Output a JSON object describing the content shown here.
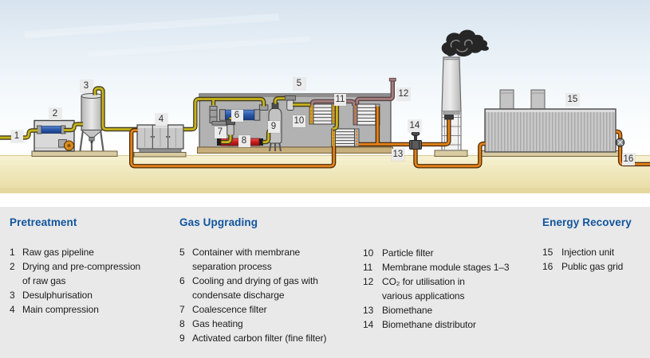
{
  "diagram": {
    "badges": [
      "1",
      "2",
      "3",
      "4",
      "5",
      "6",
      "7",
      "8",
      "9",
      "10",
      "11",
      "12",
      "13",
      "14",
      "15",
      "16"
    ]
  },
  "legend": {
    "pretreatment": {
      "title": "Pretreatment",
      "items": [
        {
          "n": "1",
          "lines": [
            "Raw gas pipeline"
          ]
        },
        {
          "n": "2",
          "lines": [
            "Drying and pre-compression",
            "of raw gas"
          ]
        },
        {
          "n": "3",
          "lines": [
            "Desulphurisation"
          ]
        },
        {
          "n": "4",
          "lines": [
            "Main compression"
          ]
        }
      ]
    },
    "gas_upgrading": {
      "title": "Gas Upgrading",
      "col1": [
        {
          "n": "5",
          "lines": [
            "Container with membrane",
            "separation process"
          ]
        },
        {
          "n": "6",
          "lines": [
            "Cooling and drying of gas with",
            "condensate discharge"
          ]
        },
        {
          "n": "7",
          "lines": [
            "Coalescence filter"
          ]
        },
        {
          "n": "8",
          "lines": [
            "Gas heating"
          ]
        },
        {
          "n": "9",
          "lines": [
            "Activated carbon filter (fine filter)"
          ]
        }
      ],
      "col2": [
        {
          "n": "10",
          "lines": [
            "Particle filter"
          ]
        },
        {
          "n": "11",
          "lines": [
            "Membrane module stages 1–3"
          ]
        },
        {
          "n": "12",
          "lines": [
            "CO₂ for utilisation in",
            "various applications"
          ]
        },
        {
          "n": "13",
          "lines": [
            "Biomethane"
          ]
        },
        {
          "n": "14",
          "lines": [
            "Biomethane distributor"
          ]
        }
      ]
    },
    "energy_recovery": {
      "title": "Energy Recovery",
      "items": [
        {
          "n": "15",
          "lines": [
            "Injection unit"
          ]
        },
        {
          "n": "16",
          "lines": [
            "Public gas grid"
          ]
        }
      ]
    }
  },
  "colors": {
    "raw_gas_pipe": "#c8b31b",
    "biomethane_pipe": "#e2821a",
    "co2_pipe": "#a67e7f",
    "header_blue": "#11549d",
    "legend_bg": "#e9e9e9",
    "sand": "#efe8c0",
    "sky": "#d9e5f0"
  }
}
